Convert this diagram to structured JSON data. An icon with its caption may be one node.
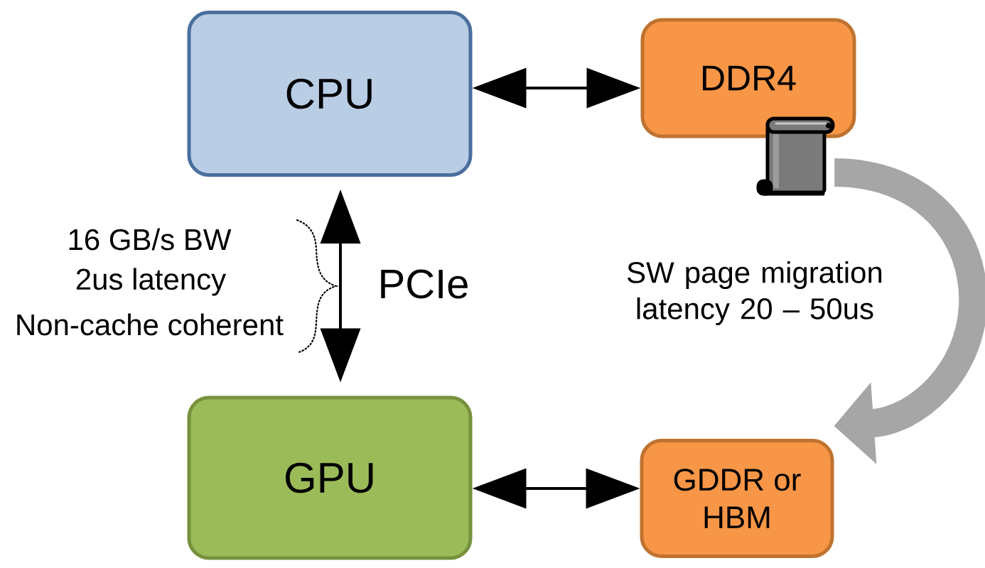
{
  "diagram": {
    "nodes": [
      {
        "text": [
          "CPU"
        ]
      },
      {
        "text": [
          "DDR4"
        ]
      },
      {
        "text": [
          "GPU"
        ]
      },
      {
        "text": [
          "GDDR or HBM"
        ]
      },
      {
        "text": [],
        "shape": "picture"
      }
    ],
    "edges": [
      {
        "from": 0,
        "to": 1,
        "arrow": "both"
      },
      {
        "from": 0,
        "to": 2,
        "arrow": "both",
        "label": "PCIe"
      },
      {
        "from": 2,
        "to": 3,
        "arrow": "both"
      },
      {
        "from": 4,
        "to": 3,
        "arrow": "to",
        "label": "SW page migration latency 20 – 50us",
        "style": "thick",
        "color": "#a6a6a6"
      }
    ],
    "labels": [
      "16 GB/s BW",
      "2us latency",
      "Non-cache coherent"
    ]
  }
}
